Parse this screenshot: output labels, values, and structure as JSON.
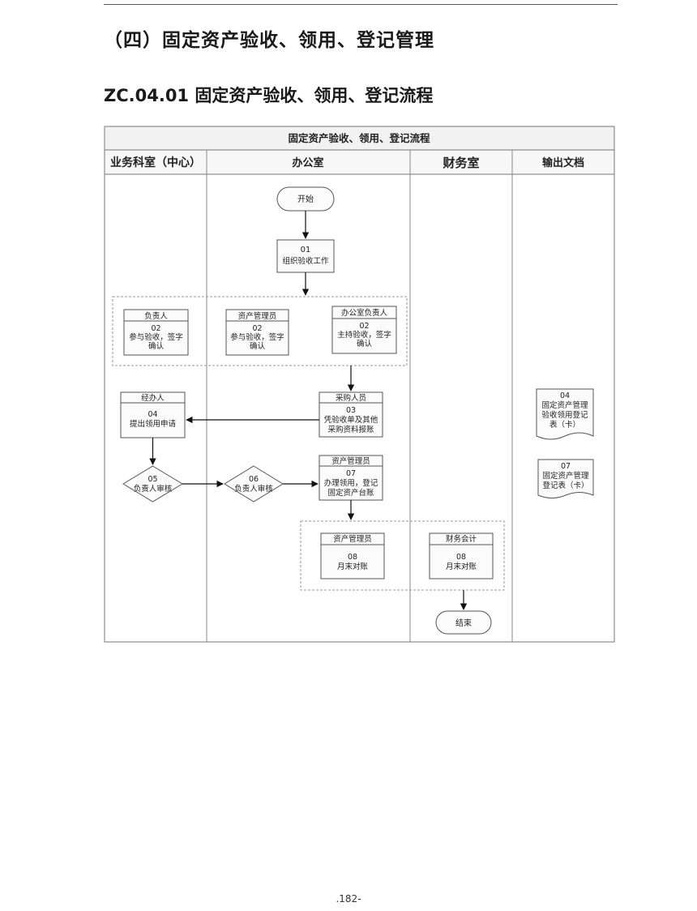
{
  "header": {
    "section_title": "（四）固定资产验收、领用、登记管理",
    "flow_title": "ZC.04.01 固定资产验收、领用、登记流程"
  },
  "diagram": {
    "table_title": "固定资产验收、领用、登记流程",
    "lanes": [
      "业务科室（中心）",
      "办公室",
      "财务室",
      "输出文档"
    ],
    "start_label": "开始",
    "end_label": "结束",
    "steps": {
      "s01": {
        "num": "01",
        "text": [
          "组织验收工作"
        ]
      },
      "s02a": {
        "role": "负责人",
        "num": "02",
        "text": [
          "参与验收，签字",
          "确认"
        ]
      },
      "s02b": {
        "role": "资产管理员",
        "num": "02",
        "text": [
          "参与验收，签字",
          "确认"
        ]
      },
      "s02c": {
        "role": "办公室负责人",
        "num": "02",
        "text": [
          "主持验收，签字",
          "确认"
        ]
      },
      "s03": {
        "role": "采购人员",
        "num": "03",
        "text": [
          "凭验收单及其他",
          "采购资料报账"
        ]
      },
      "s04": {
        "role": "经办人",
        "num": "04",
        "text": [
          "提出领用申请"
        ]
      },
      "s05": {
        "num": "05",
        "text": [
          "负责人审核"
        ]
      },
      "s06": {
        "num": "06",
        "text": [
          "负责人审核"
        ]
      },
      "s07": {
        "role": "资产管理员",
        "num": "07",
        "text": [
          "办理领用，登记",
          "固定资产台账"
        ]
      },
      "s08a": {
        "role": "资产管理员",
        "num": "08",
        "text": [
          "月末对账"
        ]
      },
      "s08b": {
        "role": "财务会计",
        "num": "08",
        "text": [
          "月末对账"
        ]
      }
    },
    "documents": {
      "d04": {
        "num": "04",
        "text": [
          "固定资产管理",
          "验收领用登记",
          "表（卡）"
        ]
      },
      "d07": {
        "num": "07",
        "text": [
          "固定资产管理",
          "登记表（卡）"
        ]
      }
    }
  },
  "footer": {
    "page_number": ".182-"
  }
}
